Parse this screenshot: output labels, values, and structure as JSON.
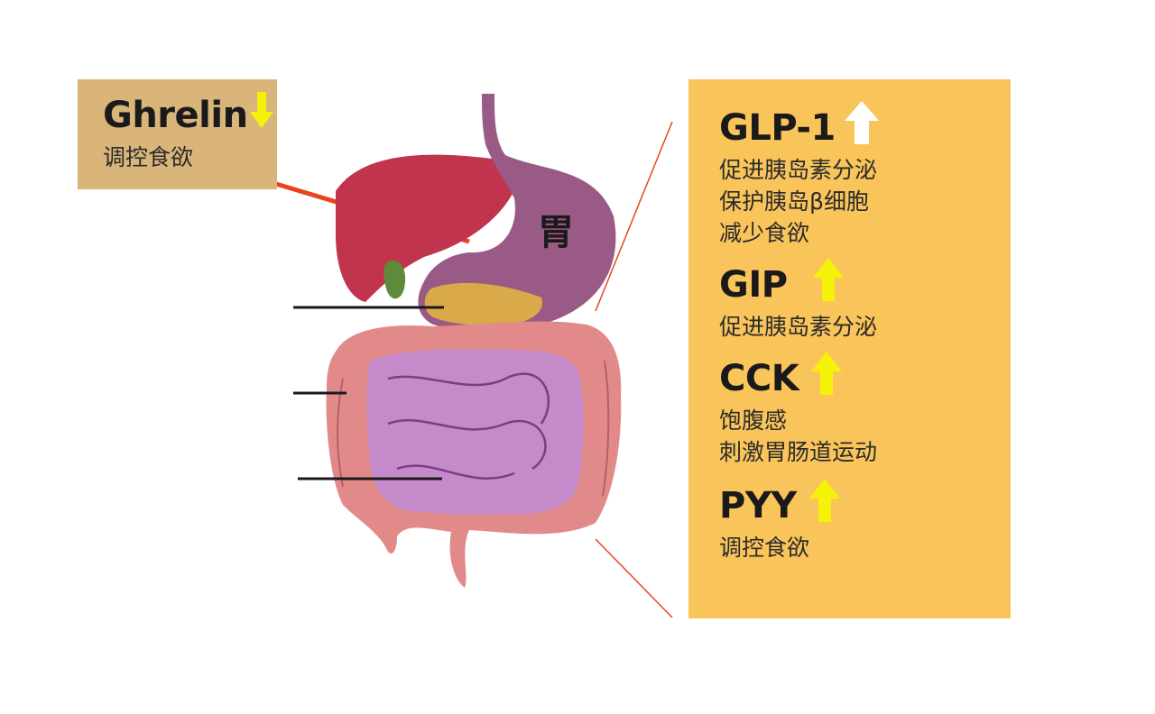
{
  "ghrelin": {
    "name": "Ghrelin",
    "arrow": "down",
    "lines": [
      "调控食欲"
    ]
  },
  "organ_label": "胃",
  "hormones": [
    {
      "name": "GLP-1",
      "arrow": "up-white",
      "lines": [
        "促进胰岛素分泌",
        "保护胰岛β细胞",
        "减少食欲"
      ]
    },
    {
      "name": "GIP",
      "arrow": "up-yellow",
      "lines": [
        "促进胰岛素分泌"
      ]
    },
    {
      "name": "CCK",
      "arrow": "up-yellow",
      "lines": [
        "饱腹感",
        "刺激胃肠道运动"
      ]
    },
    {
      "name": "PYY",
      "arrow": "up-yellow",
      "lines": [
        "调控食欲"
      ]
    }
  ],
  "colors": {
    "ghrelin_box": "#d9b57a",
    "right_panel": "#f9c45a",
    "arrow_yellow": "#f5f20a",
    "arrow_white": "#ffffff",
    "pointer_red": "#e8441e",
    "liver": "#c0344d",
    "stomach": "#9a5a86",
    "pancreas": "#d9a94a",
    "gallbladder": "#5f8a3a",
    "large_intestine": "#e28a8a",
    "small_intestine": "#c48ac9"
  }
}
